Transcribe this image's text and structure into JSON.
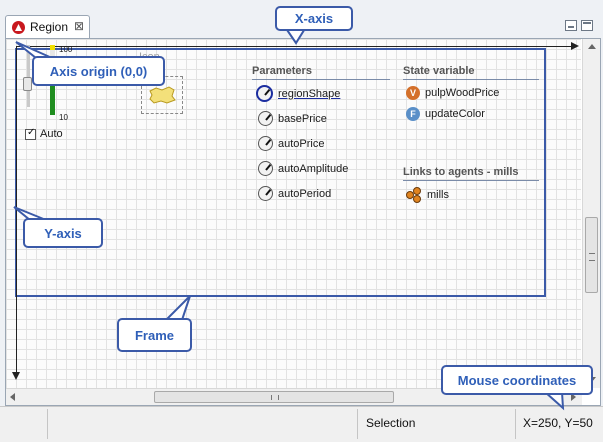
{
  "tab": {
    "title": "Region",
    "close_glyph": "⊠",
    "icon": "app-logo-icon"
  },
  "slider": {
    "max_label": "100",
    "min_label": "10",
    "value_fraction": 0.55
  },
  "auto_checkbox": {
    "label": "Auto",
    "checked": true
  },
  "icon_area": {
    "label": "Icon"
  },
  "parameters": {
    "heading": "Parameters",
    "items": [
      {
        "label": "regionShape",
        "selected": true
      },
      {
        "label": "basePrice",
        "selected": false
      },
      {
        "label": "autoPrice",
        "selected": false
      },
      {
        "label": "autoAmplitude",
        "selected": false
      },
      {
        "label": "autoPeriod",
        "selected": false
      }
    ]
  },
  "state_variables": {
    "heading": "State variable",
    "items": [
      {
        "label": "pulpWoodPrice",
        "badge": "V",
        "color": "#d4702a"
      },
      {
        "label": "updateColor",
        "badge": "F",
        "color": "#5a8fc8"
      }
    ]
  },
  "agent_links": {
    "heading": "Links to agents - mills",
    "items": [
      {
        "label": "mills",
        "icon": "agents-icon"
      }
    ]
  },
  "status_bar": {
    "mode": "Selection",
    "coordinates": "X=250, Y=50"
  },
  "callouts": {
    "x_axis": "X-axis",
    "axis_origin": "Axis origin (0,0)",
    "y_axis": "Y-axis",
    "frame": "Frame",
    "mouse_coordinates": "Mouse coordinates"
  },
  "colors": {
    "frame": "#3b5aa8",
    "callout_text": "#2f5fb8",
    "level_bar": "#1f8d1f",
    "tab_icon": "#c8181e"
  }
}
